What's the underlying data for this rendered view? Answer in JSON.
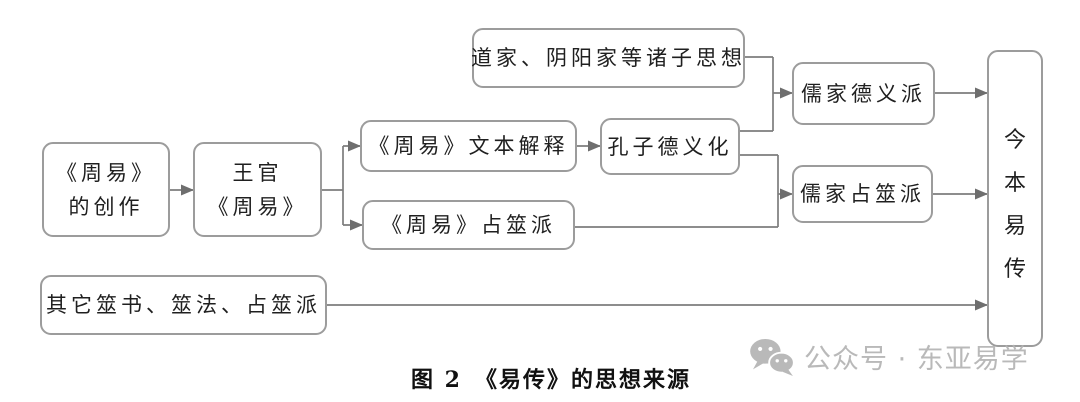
{
  "diagram": {
    "caption": "图 2　《易传》的思想来源",
    "nodes": {
      "zhouyi_creation": {
        "lines": [
          "《周易》",
          "的创作"
        ]
      },
      "wangguan_zhouyi": {
        "lines": [
          "王官",
          "《周易》"
        ]
      },
      "daojia": {
        "label": "道家、阴阳家等诸子思想"
      },
      "wenben_jieshi": {
        "label": "《周易》文本解释"
      },
      "kongzi_deyihua": {
        "label": "孔子德义化"
      },
      "zhouyi_zhanshipai": {
        "label": "《周易》占筮派"
      },
      "rujia_deyipai": {
        "label": "儒家德义派"
      },
      "rujia_zhanshipai": {
        "label": "儒家占筮派"
      },
      "qita_shishu": {
        "label": "其它筮书、筮法、占筮派"
      },
      "jinben_yizhuan": {
        "label": "今本易传",
        "chars": [
          "今",
          "本",
          "易",
          "传"
        ]
      }
    },
    "colors": {
      "box_border": "#9c9c9c",
      "connector_line": "#7d7d7d",
      "arrowhead": "#6e6e6e",
      "text": "#1f1f1f",
      "watermark": "#b4b4b4"
    }
  },
  "watermark": {
    "icon": "wechat-icon",
    "text": "公众号 · 东亚易学"
  }
}
